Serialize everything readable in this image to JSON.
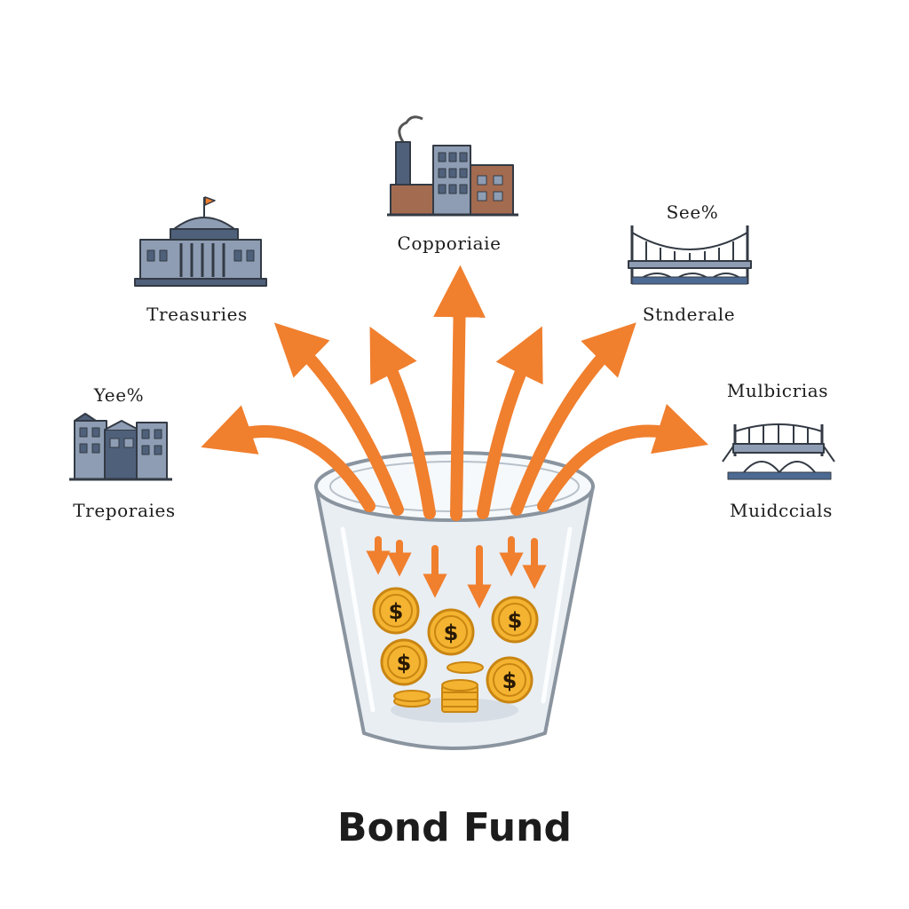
{
  "title": "Bond Fund",
  "categories": {
    "treasuries": {
      "label": "Treasuries"
    },
    "corporate": {
      "label": "Copporiaie"
    },
    "stnderale": {
      "label": "Stnderale",
      "note": "See%"
    },
    "treporaies": {
      "label": "Treporaies",
      "note": "Yee%"
    },
    "municipals": {
      "label": "Muidccials",
      "note": "Mulbicrias"
    }
  },
  "coin_symbol": "$",
  "colors": {
    "arrow": "#f07f2e",
    "coin_fill": "#f4b431",
    "coin_edge": "#c98512",
    "building": "#8e9db3",
    "building_dark": "#4f607a",
    "brick": "#a36b4f",
    "water": "#4d6a93",
    "glass": "#e9eef3"
  }
}
